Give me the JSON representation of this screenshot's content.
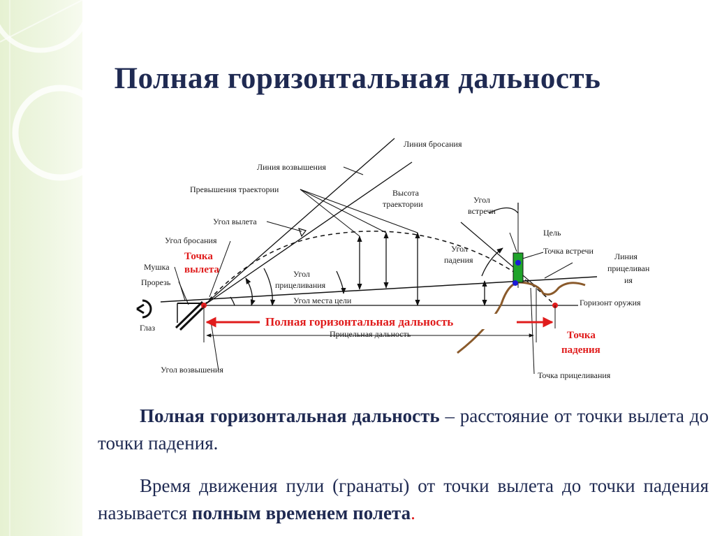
{
  "title": "Полная горизонтальная дальность",
  "diagram": {
    "labels": {
      "throw_line": "Линия бросания",
      "elevation_line": "Линия возвышения",
      "trajectory_excess": "Превышения траектории",
      "departure_angle": "Угол вылета",
      "throw_angle": "Угол бросания",
      "front_sight": "Мушка",
      "rear_sight": "Прорезь",
      "eye": "Глаз",
      "aiming_angle_1": "Угол",
      "aiming_angle_2": "прицеливания",
      "site_angle": "Угол места цели",
      "trajectory_height_1": "Высота",
      "trajectory_height_2": "траектории",
      "meet_angle_1": "Угол",
      "meet_angle_2": "встречи",
      "target": "Цель",
      "meet_point": "Точка встречи",
      "fall_angle_1": "Угол",
      "fall_angle_2": "падения",
      "aim_line_1": "Линия",
      "aim_line_2": "прицеливан",
      "aim_line_3": "ия",
      "weapon_horizon": "Горизонт оружия",
      "full_range": "Полная горизонтальная дальность",
      "aim_range": "Прицельная дальность",
      "elevation_angle": "Угол возвышения",
      "aiming_point": "Точка прицеливания",
      "departure_point_1": "Точка",
      "departure_point_2": "вылета",
      "fall_point_1": "Точка",
      "fall_point_2": "падения"
    }
  },
  "para1": {
    "term": "Полная горизонтальная дальность",
    "rest": " – расстояние от точки вылета до точки падения."
  },
  "para2": {
    "text": "Время движения пули (гранаты) от точки вылета до точки падения называется ",
    "term": "полным временем полета",
    "dot": "."
  },
  "colors": {
    "title": "#1f2a52",
    "accent_red": "#e01c1c",
    "target_green": "#1fa32a",
    "point_blue": "#1b1bd6",
    "terrain_brown": "#8a5a2b",
    "band_green": "#e6f1d2"
  }
}
